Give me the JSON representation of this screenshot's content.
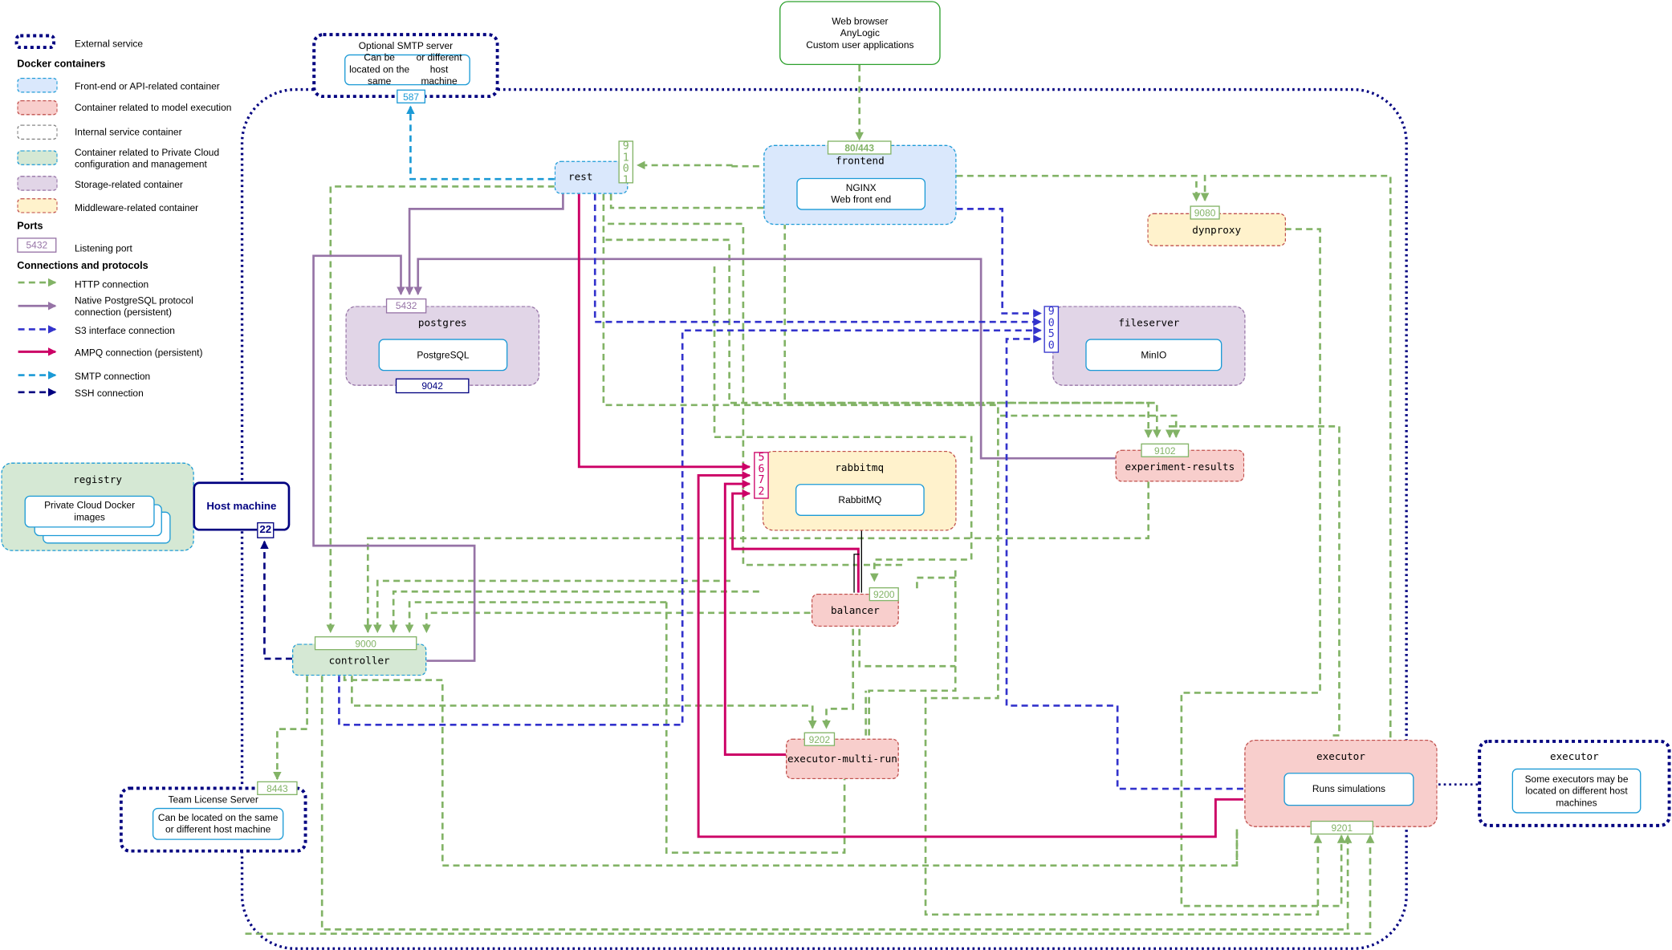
{
  "legend": {
    "external_service": "External service",
    "docker_containers_title": "Docker containers",
    "items": [
      {
        "label": "Front-end or API-related container",
        "color": "#1b9ad6"
      },
      {
        "label": "Container related to model execution",
        "color": "#c0504d"
      },
      {
        "label": "Internal service container",
        "color": "#808080"
      },
      {
        "label": "Container related to Private Cloud configuration and management",
        "color": "#1b9ad6"
      },
      {
        "label": "Storage-related container",
        "color": "#9673a6"
      },
      {
        "label": "Middleware-related container",
        "color": "#c0504d"
      }
    ],
    "container_cfg_line1": "Container related to Private Cloud",
    "container_cfg_line2": "configuration and management",
    "ports_title": "Ports",
    "port_example": "5432",
    "port_label": "Listening port",
    "connections_title": "Connections and protocols",
    "http": "HTTP connection",
    "pg_line1": "Native PostgreSQL protocol",
    "pg_line2": "connection (persistent)",
    "s3": "S3 interface connection",
    "amqp": "AMPQ connection (persistent)",
    "smtp": "SMTP connection",
    "ssh": "SSH connection"
  },
  "colors": {
    "http": "#82b366",
    "postgres": "#9673a6",
    "s3": "#3333cc",
    "amqp": "#cc0066",
    "smtp": "#1b9ad6",
    "ssh": "#000080",
    "external": "#000080",
    "frontend_fill": "#dae8fc",
    "execution_fill": "#f8cecc",
    "storage_fill": "#e1d5e7",
    "middleware_fill": "#fff2cc",
    "config_fill": "#d5e8d4"
  },
  "nodes": {
    "smtp": {
      "title": "Optional SMTP server",
      "inner_line1": "Can be located on the same",
      "inner_line2": "or different host machine",
      "port": "587"
    },
    "browser": {
      "line1": "Web browser",
      "line2": "AnyLogic",
      "line3": "Custom user applications"
    },
    "frontend": {
      "name": "frontend",
      "inner_line1": "NGINX",
      "inner_line2": "Web front end",
      "port": "80/443"
    },
    "rest": {
      "name": "rest",
      "port": "9101"
    },
    "dynproxy": {
      "name": "dynproxy",
      "port": "9080"
    },
    "postgres": {
      "name": "postgres",
      "inner": "PostgreSQL",
      "port_top": "5432",
      "port_bottom": "9042"
    },
    "fileserver": {
      "name": "fileserver",
      "inner": "MinIO",
      "port": "9050"
    },
    "rabbitmq": {
      "name": "rabbitmq",
      "inner": "RabbitMQ",
      "port": "5672"
    },
    "experiment_results": {
      "name": "experiment-results",
      "port": "9102"
    },
    "balancer": {
      "name": "balancer",
      "port": "9200"
    },
    "controller": {
      "name": "controller",
      "port": "9000"
    },
    "executor_multi_run": {
      "name": "executor-multi-run",
      "port": "9202"
    },
    "executor": {
      "name": "executor",
      "inner": "Runs simulations",
      "port": "9201"
    },
    "executor_external": {
      "name": "executor",
      "inner_line1": "Some executors may be",
      "inner_line2": "located on different host",
      "inner_line3": "machines"
    },
    "registry": {
      "name": "registry",
      "inner": "Private Cloud Docker images"
    },
    "host_machine": {
      "name": "Host machine",
      "port": "22"
    },
    "license": {
      "title": "Team License Server",
      "inner_line1": "Can be located on the same",
      "inner_line2": "or different host machine",
      "port": "8443"
    }
  }
}
